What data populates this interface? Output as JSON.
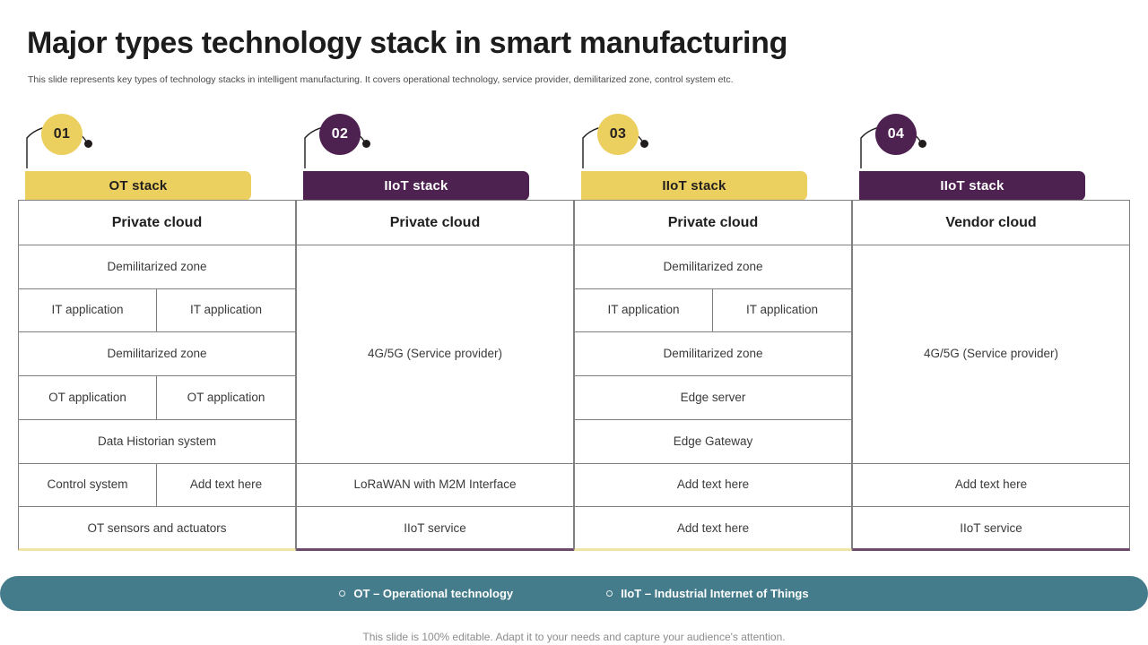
{
  "slide": {
    "title": "Major types technology stack in smart manufacturing",
    "subtitle": "This slide represents key types of technology stacks in intelligent manufacturing. It covers operational technology, service provider, demilitarized zone, control system etc.",
    "footer": "This slide is 100% editable. Adapt it to your needs and capture your audience's attention."
  },
  "colors": {
    "yellow": "#EBCF5F",
    "purple": "#4D2150",
    "teal": "#447C8C",
    "border_gray": "#808080",
    "text_dark": "#1f1f1f",
    "text_body": "#3a3a3a"
  },
  "columns": [
    {
      "number": "01",
      "stack_label": "OT stack",
      "theme": "yellow",
      "rows": [
        {
          "type": "head",
          "text": "Private cloud"
        },
        {
          "type": "full",
          "text": "Demilitarized zone"
        },
        {
          "type": "split",
          "left": "IT application",
          "right": "IT application"
        },
        {
          "type": "full",
          "text": "Demilitarized zone"
        },
        {
          "type": "split",
          "left": "OT application",
          "right": "OT application"
        },
        {
          "type": "full",
          "text": "Data Historian  system"
        },
        {
          "type": "split",
          "left": "Control  system",
          "right": "Add  text here"
        },
        {
          "type": "full",
          "text": "OT sensors  and actuators"
        }
      ]
    },
    {
      "number": "02",
      "stack_label": "IIoT stack",
      "theme": "purple",
      "rows": [
        {
          "type": "head",
          "text": "Private cloud"
        },
        {
          "type": "tall",
          "text": "4G/5G  (Service provider)",
          "span": 5
        },
        {
          "type": "full",
          "text": "LoRaWAN  with M2M Interface"
        },
        {
          "type": "full",
          "text": "IIoT service"
        }
      ]
    },
    {
      "number": "03",
      "stack_label": "IIoT stack",
      "theme": "yellow",
      "rows": [
        {
          "type": "head",
          "text": "Private cloud"
        },
        {
          "type": "full",
          "text": "Demilitarized zone"
        },
        {
          "type": "split",
          "left": "IT application",
          "right": "IT application"
        },
        {
          "type": "full",
          "text": "Demilitarized zone"
        },
        {
          "type": "full",
          "text": "Edge server"
        },
        {
          "type": "full",
          "text": "Edge Gateway"
        },
        {
          "type": "full",
          "text": "Add  text here"
        },
        {
          "type": "full",
          "text": "Add  text here"
        }
      ]
    },
    {
      "number": "04",
      "stack_label": "IIoT stack",
      "theme": "purple",
      "rows": [
        {
          "type": "head",
          "text": "Vendor cloud"
        },
        {
          "type": "tall",
          "text": "4G/5G  (Service provider)",
          "span": 5
        },
        {
          "type": "full",
          "text": "Add  text here"
        },
        {
          "type": "full",
          "text": "IIoT service"
        }
      ]
    }
  ],
  "legend": [
    {
      "text": "OT – Operational technology"
    },
    {
      "text": "IIoT – Industrial Internet of Things"
    }
  ]
}
